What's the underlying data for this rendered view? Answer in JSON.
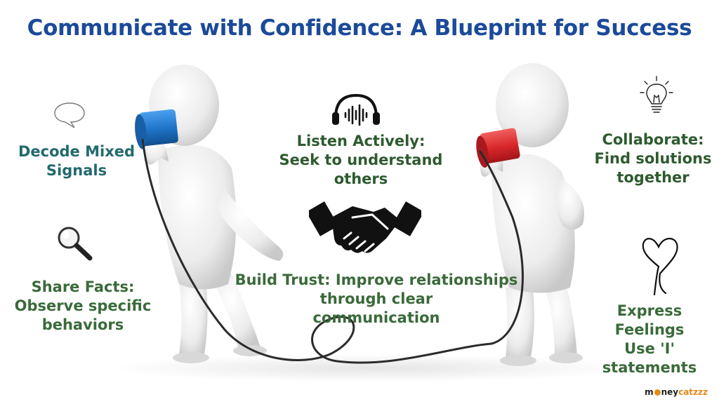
{
  "title": "Communicate with Confidence: A Blueprint for Success",
  "labels": {
    "decode": [
      "Decode Mixed",
      "Signals"
    ],
    "listen": [
      "Listen Actively:",
      "Seek to understand",
      "others"
    ],
    "collaborate": [
      "Collaborate:",
      "Find solutions",
      "together"
    ],
    "share": [
      "Share Facts:",
      "Observe specific",
      "behaviors"
    ],
    "trust": [
      "Build Trust: Improve relationships",
      "through clear",
      "communication"
    ],
    "express": [
      "Express Feelings",
      "Use 'I'",
      "statements"
    ]
  },
  "logo": {
    "brand": "moneycatzzz",
    "part1": "m",
    "part2": "ney",
    "part3": "catzzz"
  },
  "colors": {
    "title": "#1b4a9a",
    "teal_text": "#226a6e",
    "green_text": "#2e5a2f",
    "blue_can": "#1e73c8",
    "red_can": "#d8262a"
  },
  "icons": [
    "speech-bubble-icon",
    "headphones-icon",
    "lightbulb-icon",
    "magnifier-icon",
    "handshake-icon",
    "heart-icon"
  ]
}
